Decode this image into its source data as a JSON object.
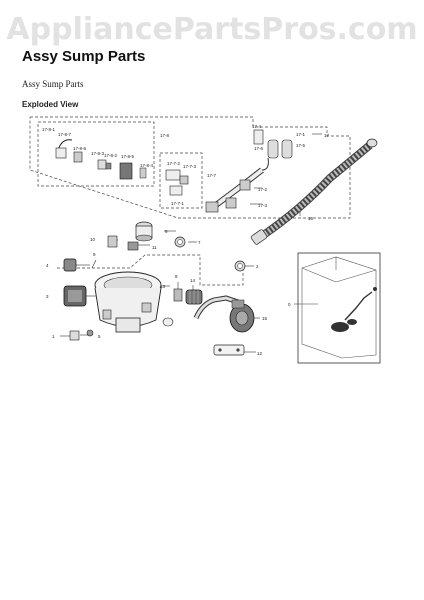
{
  "page": {
    "watermark": "AppliancePartsPros.com",
    "title": "Assy Sump Parts",
    "subtitle": "Assy Sump Parts",
    "section_label": "Exploded View"
  },
  "diagram": {
    "part_labels": [
      "17-8-1",
      "17-8-7",
      "17-8-6",
      "17-8-3",
      "17-8-2",
      "17-8-5",
      "17-8-4",
      "17-8",
      "17-7-2",
      "17-7-3",
      "17-7-1",
      "17-7",
      "17-4",
      "17-6",
      "17-1",
      "17-5",
      "17-3",
      "17-2",
      "17",
      "16",
      "6",
      "10",
      "11",
      "7",
      "9",
      "4",
      "2",
      "3",
      "13",
      "8",
      "14",
      "15",
      "1",
      "5",
      "12",
      "0"
    ]
  }
}
